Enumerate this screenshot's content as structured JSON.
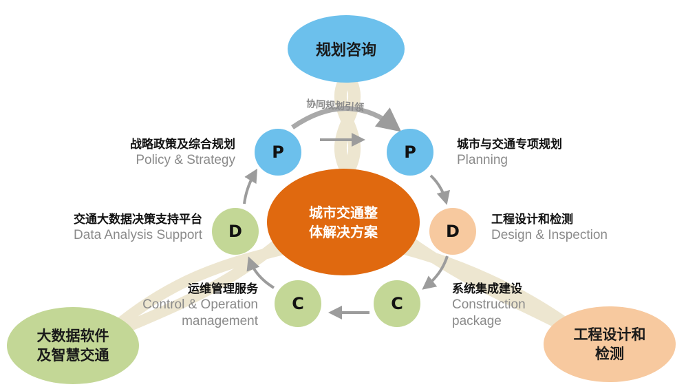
{
  "center": {
    "line1": "城市交通整",
    "line2": "体解决方案"
  },
  "corners": {
    "top": {
      "text": "规划咨询"
    },
    "bottom_left": {
      "line1": "大数据软件",
      "line2": "及智慧交通"
    },
    "bottom_right": {
      "line1": "工程设计和",
      "line2": "检测"
    }
  },
  "arc_label": "协同规划引领",
  "nodes": [
    {
      "letter": "P",
      "zh": "战略政策及综合规划",
      "en": [
        "Policy & Strategy"
      ]
    },
    {
      "letter": "P",
      "zh": "城市与交通专项规划",
      "en": [
        "Planning"
      ]
    },
    {
      "letter": "D",
      "zh": "工程设计和检测",
      "en": [
        "Design & Inspection"
      ]
    },
    {
      "letter": "C",
      "zh": "系统集成建设",
      "en": [
        "Construction",
        "package"
      ]
    },
    {
      "letter": "C",
      "zh": "运维管理服务",
      "en": [
        "Control & Operation",
        "management"
      ]
    },
    {
      "letter": "D",
      "zh": "交通大数据决策支持平台",
      "en": [
        "Data Analysis Support"
      ]
    }
  ],
  "colors": {
    "blue": "#6cc0ec",
    "orange": "#e0690f",
    "peach": "#f7c99f",
    "green": "#c3d796",
    "ribbon": "#ede6d0",
    "arrow": "#9c9c9c"
  }
}
